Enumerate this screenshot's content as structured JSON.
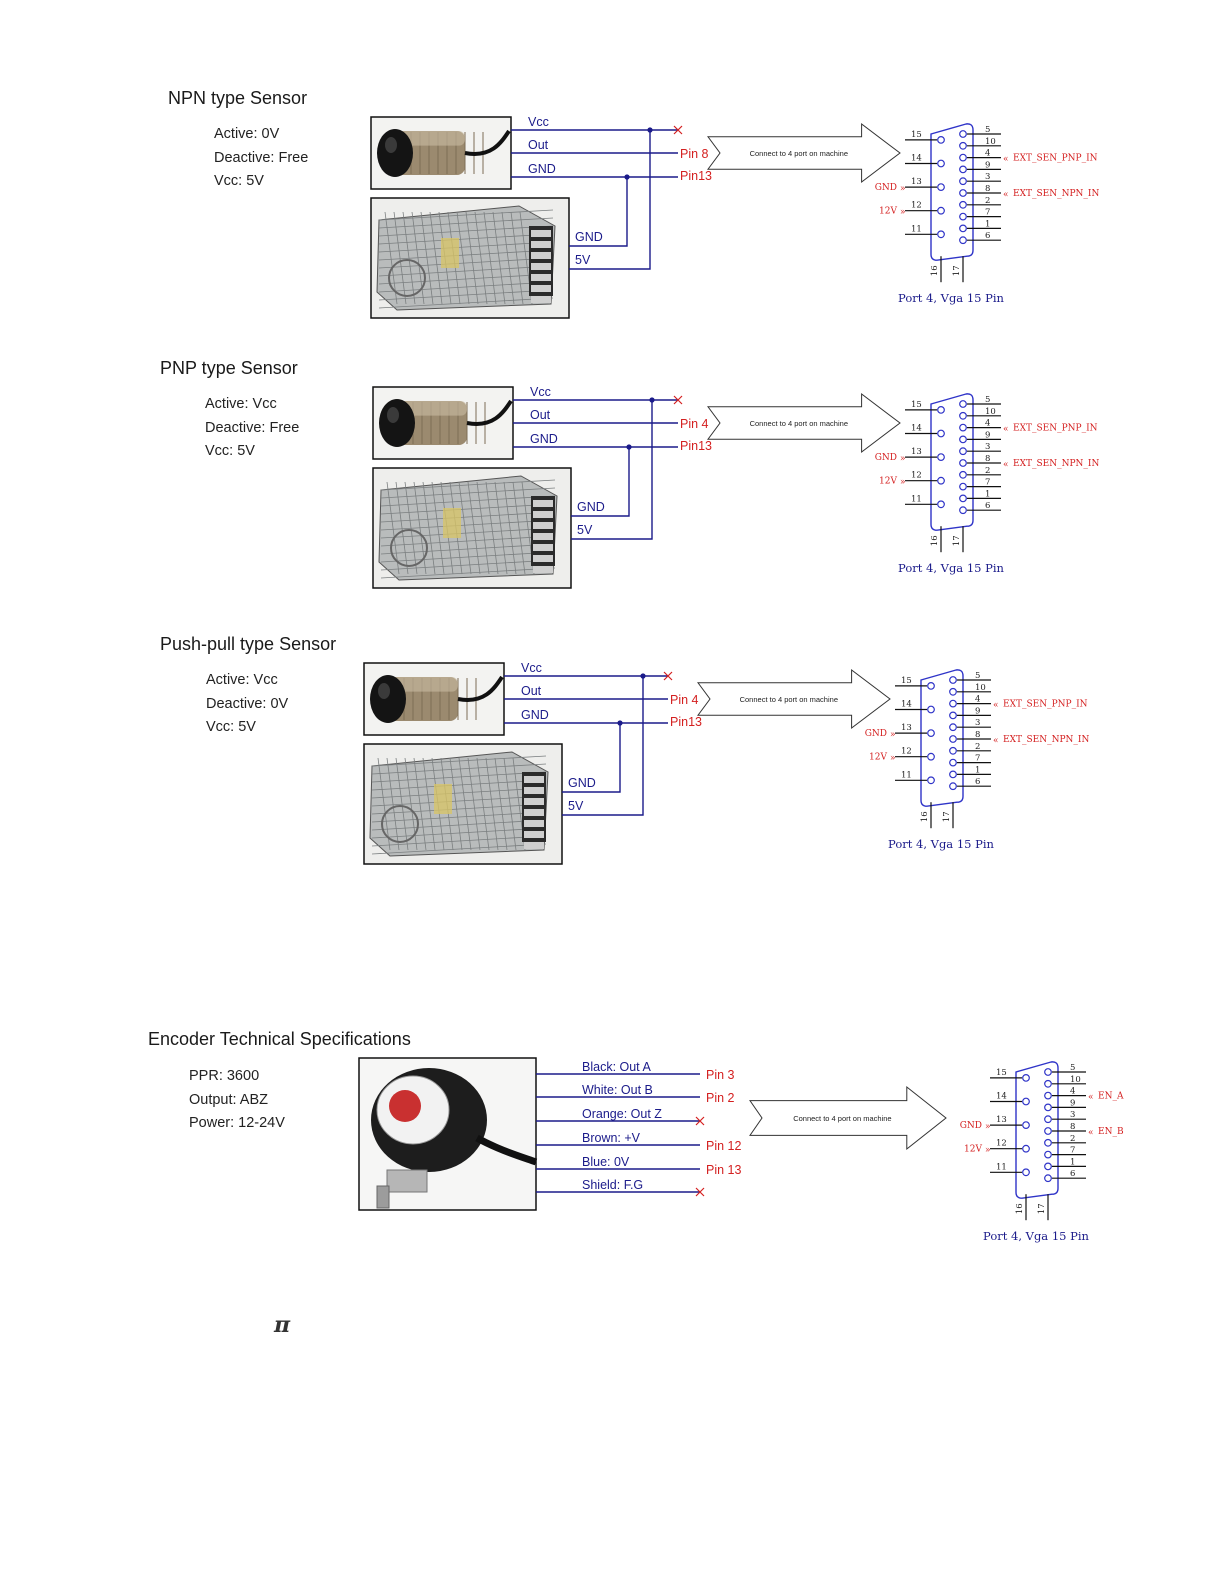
{
  "sensors": [
    {
      "title": "NPN type Sensor",
      "specs": [
        "Active: 0V",
        "Deactive: Free",
        "Vcc: 5V"
      ],
      "wires": [
        "Vcc",
        "Out",
        "GND"
      ],
      "psu_labels": [
        "GND",
        "5V"
      ],
      "pins": [
        "Pin 8",
        "Pin13"
      ],
      "arrow_text": "Connect to 4 port on machine",
      "vga": {
        "left_pins": [
          "15",
          "14",
          "13",
          "12",
          "11"
        ],
        "right_pins": [
          "5",
          "10",
          "4",
          "9",
          "3",
          "8",
          "2",
          "7",
          "1",
          "6"
        ],
        "bottom_pins": [
          "16",
          "17"
        ],
        "left_signals": [
          "GND",
          "12V"
        ],
        "right_signals": [
          "EXT_SEN_PNP_IN",
          "EXT_SEN_NPN_IN"
        ],
        "caption": "Port 4, Vga 15 Pin"
      }
    },
    {
      "title": "PNP type Sensor",
      "specs": [
        "Active: Vcc",
        "Deactive: Free",
        "Vcc: 5V"
      ],
      "wires": [
        "Vcc",
        "Out",
        "GND"
      ],
      "psu_labels": [
        "GND",
        "5V"
      ],
      "pins": [
        "Pin 4",
        "Pin13"
      ],
      "arrow_text": "Connect to 4 port on machine",
      "vga": {
        "left_pins": [
          "15",
          "14",
          "13",
          "12",
          "11"
        ],
        "right_pins": [
          "5",
          "10",
          "4",
          "9",
          "3",
          "8",
          "2",
          "7",
          "1",
          "6"
        ],
        "bottom_pins": [
          "16",
          "17"
        ],
        "left_signals": [
          "GND",
          "12V"
        ],
        "right_signals": [
          "EXT_SEN_PNP_IN",
          "EXT_SEN_NPN_IN"
        ],
        "caption": "Port 4, Vga 15 Pin"
      }
    },
    {
      "title": "Push-pull type Sensor",
      "specs": [
        "Active: Vcc",
        "Deactive: 0V",
        "Vcc: 5V"
      ],
      "wires": [
        "Vcc",
        "Out",
        "GND"
      ],
      "psu_labels": [
        "GND",
        "5V"
      ],
      "pins": [
        "Pin 4",
        "Pin13"
      ],
      "arrow_text": "Connect to 4 port on machine",
      "vga": {
        "left_pins": [
          "15",
          "14",
          "13",
          "12",
          "11"
        ],
        "right_pins": [
          "5",
          "10",
          "4",
          "9",
          "3",
          "8",
          "2",
          "7",
          "1",
          "6"
        ],
        "bottom_pins": [
          "16",
          "17"
        ],
        "left_signals": [
          "GND",
          "12V"
        ],
        "right_signals": [
          "EXT_SEN_PNP_IN",
          "EXT_SEN_NPN_IN"
        ],
        "caption": "Port 4, Vga 15 Pin"
      }
    }
  ],
  "encoder": {
    "title": "Encoder Technical Specifications",
    "specs": [
      "PPR: 3600",
      "Output: ABZ",
      "Power: 12-24V"
    ],
    "wires": [
      "Black: Out A",
      "White: Out B",
      "Orange: Out Z",
      "Brown: +V",
      "Blue: 0V",
      "Shield: F.G"
    ],
    "pins": [
      "Pin 3",
      "Pin 2",
      "",
      "Pin 12",
      "Pin 13",
      ""
    ],
    "arrow_text": "Connect to 4 port on machine",
    "vga": {
      "left_pins": [
        "15",
        "14",
        "13",
        "12",
        "11"
      ],
      "right_pins": [
        "5",
        "10",
        "4",
        "9",
        "3",
        "8",
        "2",
        "7",
        "1",
        "6"
      ],
      "bottom_pins": [
        "16",
        "17"
      ],
      "left_signals": [
        "GND",
        "12V"
      ],
      "right_signals": [
        "EN_A",
        "EN_B"
      ],
      "caption": "Port 4, Vga 15 Pin"
    }
  },
  "footer_symbol": "π",
  "colors": {
    "wire": "#1b1b8a",
    "pin": "#d42020",
    "vga": "#2f34c8",
    "frame": "#111111"
  }
}
